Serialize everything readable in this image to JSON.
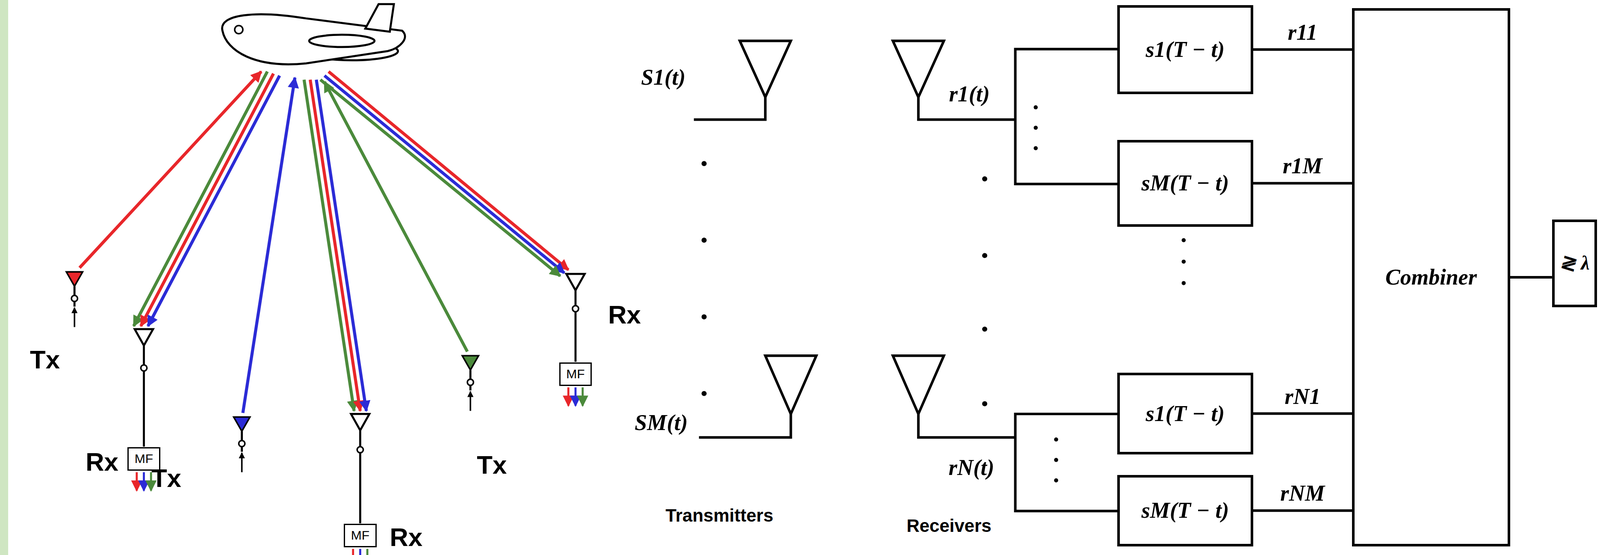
{
  "diagram": {
    "nodes": [
      {
        "text": [
          "MF"
        ]
      },
      {
        "text": [
          "MF"
        ]
      },
      {
        "text": [
          "MF"
        ]
      },
      {
        "text": [
          "s1(T − t)"
        ]
      },
      {
        "text": [
          "sM(T − t)"
        ]
      },
      {
        "text": [
          "s1(T − t)"
        ]
      },
      {
        "text": [
          "sM(T − t)"
        ]
      },
      {
        "text": [
          "Combiner"
        ]
      },
      {
        "text": [
          "≷ λ"
        ]
      }
    ],
    "edges": [
      {
        "from": 3,
        "to": 7,
        "arrow": "none",
        "label": "r11"
      },
      {
        "from": 4,
        "to": 7,
        "arrow": "none",
        "label": "r1M"
      },
      {
        "from": 5,
        "to": 7,
        "arrow": "none",
        "label": "rN1"
      },
      {
        "from": 6,
        "to": 7,
        "arrow": "none",
        "label": "rNM"
      },
      {
        "from": 7,
        "to": 8,
        "arrow": "none"
      }
    ],
    "labels": [
      "Tx",
      "Rx",
      "Tx",
      "Rx",
      "Tx",
      "Rx",
      "S1(t)",
      "SM(t)",
      "r1(t)",
      "rN(t)",
      "Transmitters",
      "Receivers"
    ]
  }
}
